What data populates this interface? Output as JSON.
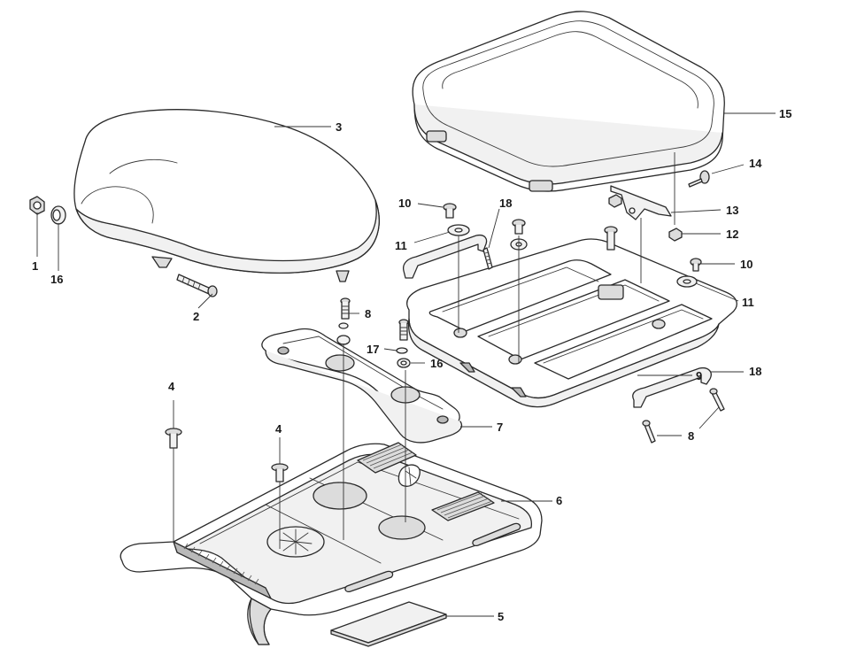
{
  "callouts": {
    "c1": "1",
    "c16a": "16",
    "c2": "2",
    "c3": "3",
    "c4a": "4",
    "c4b": "4",
    "c5": "5",
    "c6": "6",
    "c7": "7",
    "c8a": "8",
    "c8b": "8",
    "c9": "9",
    "c10a": "10",
    "c10b": "10",
    "c11a": "11",
    "c11b": "11",
    "c12": "12",
    "c13": "13",
    "c14": "14",
    "c15": "15",
    "c16b": "16",
    "c17": "17",
    "c18a": "18",
    "c18b": "18"
  }
}
